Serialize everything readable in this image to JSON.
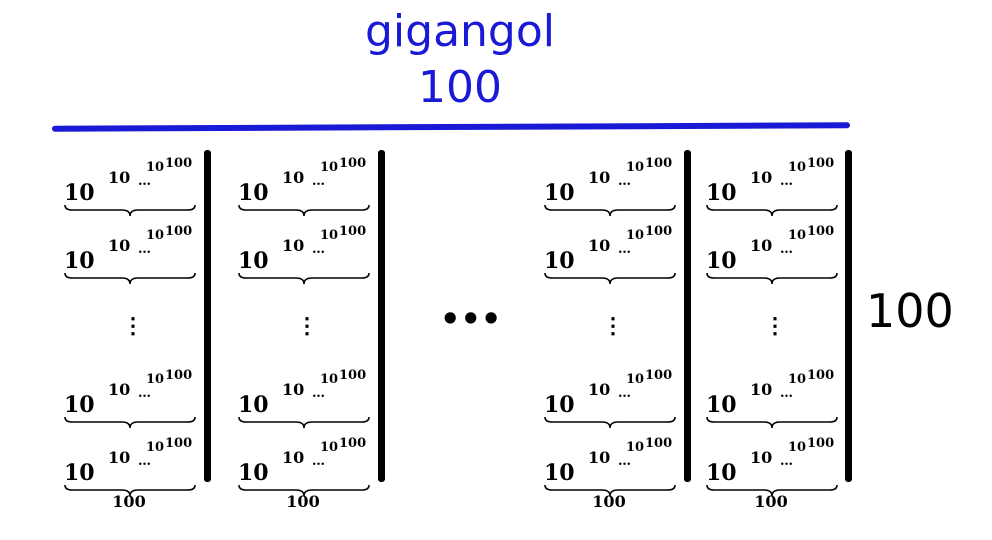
{
  "title": {
    "name": "gigangol",
    "count": "100"
  },
  "tower": {
    "base": "10",
    "exp1": "10",
    "ellipsis": "…",
    "exp2": "10",
    "exp3": "100"
  },
  "column_count_label": "100",
  "vertical_ellipsis": "⋮",
  "horizontal_ellipsis": "•••",
  "side_count": "100",
  "colors": {
    "title": "#1a1ad6",
    "rule": "#1a1ad6",
    "text": "#000000"
  }
}
